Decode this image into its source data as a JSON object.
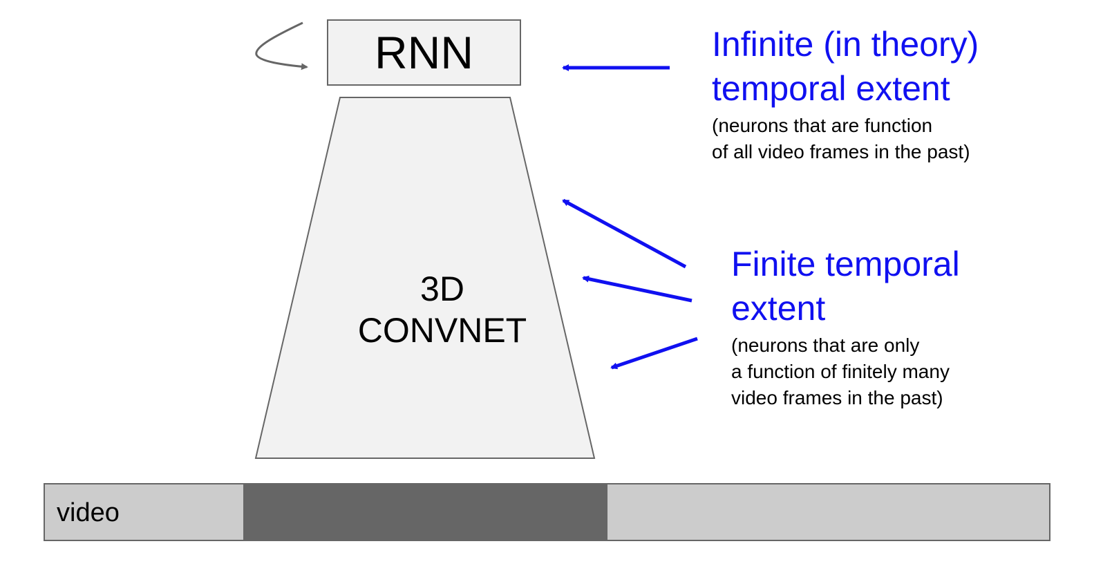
{
  "rnn": {
    "label": "RNN"
  },
  "convnet": {
    "label": "3D\nCONVNET"
  },
  "video": {
    "label": "video"
  },
  "infinite": {
    "heading": "Infinite (in theory)\ntemporal extent",
    "note": "(neurons that are function\nof all video frames in the past)"
  },
  "finite": {
    "heading": "Finite temporal\nextent",
    "note": "(neurons that are only\na function of finitely many\nvideo frames in the past)"
  },
  "colors": {
    "arrow_blue": "#1010f0",
    "box_fill": "#f2f2f2",
    "video_light": "#cccccc",
    "video_dark": "#666666",
    "outline": "#666666"
  }
}
